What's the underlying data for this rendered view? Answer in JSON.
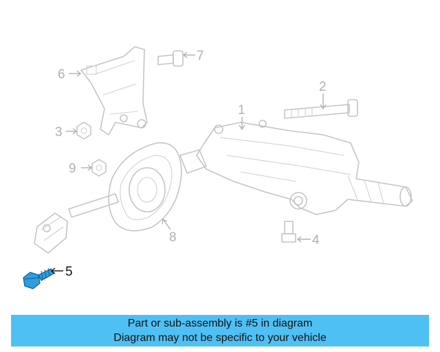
{
  "diagram": {
    "callouts": [
      "1",
      "2",
      "3",
      "4",
      "5",
      "6",
      "7",
      "8",
      "9"
    ],
    "highlighted_part": "5",
    "highlight_color": "#2d9fe0"
  },
  "banner": {
    "line1": "Part or sub-assembly is #5 in diagram",
    "line2": "Diagram may not be specific to your vehicle",
    "background": "#4fc0f4"
  }
}
